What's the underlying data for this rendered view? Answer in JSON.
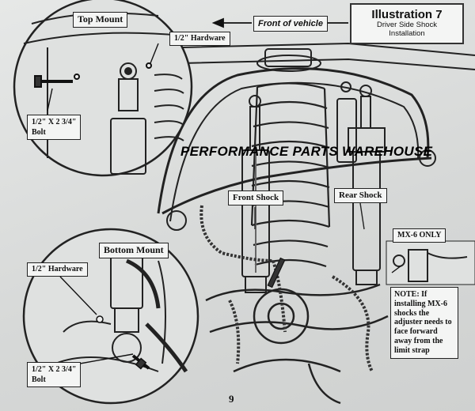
{
  "title": {
    "main": "Illustration 7",
    "line1": "Driver Side Shock",
    "line2": "Installation"
  },
  "direction_label": "Front of vehicle",
  "watermark": "PERFORMANCE PARTS WAREHOUSE",
  "top_mount": {
    "label": "Top Mount",
    "hardware_label": "1/2\" Hardware",
    "bolt_label_line1": "1/2\" X 2 3/4\"",
    "bolt_label_line2": "Bolt"
  },
  "bottom_mount": {
    "label": "Bottom Mount",
    "hardware_label": "1/2\" Hardware",
    "bolt_label_line1": "1/2\" X 2 3/4\"",
    "bolt_label_line2": "Bolt"
  },
  "front_shock_label": "Front Shock",
  "rear_shock_label": "Rear Shock",
  "mx6_label": "MX-6 ONLY",
  "note_text": "NOTE: If installing MX-6 shocks the adjuster needs to face forward away from the limit strap",
  "page_number": "9",
  "colors": {
    "paper": "#e3e5e4",
    "ink": "#1a1a1a",
    "label_bg": "#f4f5f4"
  }
}
